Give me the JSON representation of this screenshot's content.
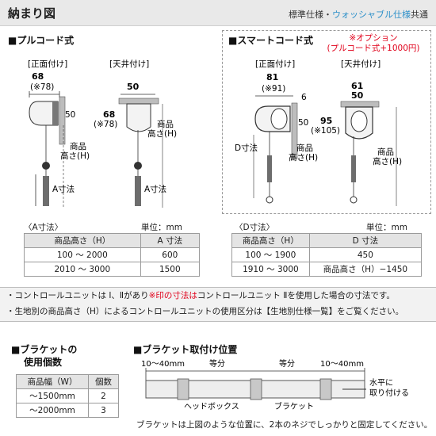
{
  "header": {
    "title": "納まり図",
    "spec_standard": "標準仕様・",
    "spec_washable": "ウォッシャブル仕様",
    "spec_common": "共通"
  },
  "pull_cord": {
    "title": "■プルコード式",
    "front_label": "[正面付け]",
    "ceiling_label": "[天井付け]",
    "front_width": "68",
    "front_width_alt": "(※78)",
    "front_height": "50",
    "ceiling_width": "50",
    "ceiling_depth": "68",
    "ceiling_depth_alt": "(※78)",
    "product_height_1": "商品",
    "product_height_2": "高さ(H)",
    "a_dim": "A寸法"
  },
  "smart_cord": {
    "title": "■スマートコード式",
    "option_1": "※オプション",
    "option_2": "(プルコード式+1000円)",
    "front_label": "[正面付け]",
    "ceiling_label": "[天井付け]",
    "front_width": "81",
    "front_width_alt": "(※91)",
    "front_gap": "6",
    "front_height": "50",
    "ceiling_outer": "61",
    "ceiling_inner": "50",
    "ceiling_depth": "95",
    "ceiling_depth_alt": "(※105)",
    "d_dim": "D寸法"
  },
  "a_table": {
    "caption": "〈A寸法〉",
    "unit": "単位：mm",
    "headers": [
      "商品高さ（H）",
      "A 寸法"
    ],
    "rows": [
      [
        "100 〜 2000",
        "600"
      ],
      [
        "2010 〜 3000",
        "1500"
      ]
    ]
  },
  "d_table": {
    "caption": "〈D寸法〉",
    "unit": "単位：mm",
    "headers": [
      "商品高さ（H）",
      "D 寸法"
    ],
    "rows": [
      [
        "100 〜 1900",
        "450"
      ],
      [
        "1910 〜 3000",
        "商品高さ（H）−1450"
      ]
    ]
  },
  "notes": {
    "line1_a": "・コントロールユニットは Ⅰ、Ⅱがあり",
    "line1_b": "※印の寸法は",
    "line1_c": "コントロールユニット Ⅱを使用した場合の寸法です。",
    "line2": "・生地別の商品高さ（H）によるコントロールユニットの使用区分は【生地別仕様一覧】をご覧ください。"
  },
  "bracket_count": {
    "title_1": "■ブラケットの",
    "title_2": "使用個数",
    "headers": [
      "商品幅（W）",
      "個数"
    ],
    "rows": [
      [
        "〜1500mm",
        "2"
      ],
      [
        "〜2000mm",
        "3"
      ]
    ]
  },
  "bracket_position": {
    "title": "■ブラケット取付け位置",
    "edge_left": "10〜40mm",
    "equal_1": "等分",
    "equal_2": "等分",
    "edge_right": "10〜40mm",
    "head_box": "ヘッドボックス",
    "bracket": "ブラケット",
    "level_1": "水平に",
    "level_2": "取り付ける",
    "footnote": "ブラケットは上図のような位置に、2本のネジでしっかりと固定してください。"
  }
}
